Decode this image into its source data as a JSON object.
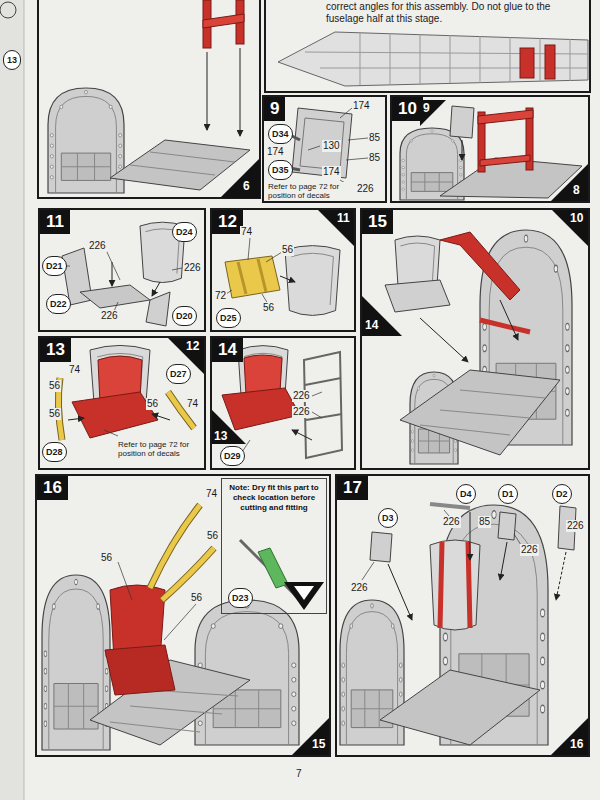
{
  "diagram": {
    "nodes": [
      {
        "text": [
          "9"
        ]
      },
      {
        "text": [
          "10"
        ]
      },
      {
        "text": [
          "11"
        ]
      },
      {
        "text": [
          "12"
        ]
      },
      {
        "text": [
          "15"
        ]
      },
      {
        "text": [
          "13"
        ]
      },
      {
        "text": [
          "14"
        ]
      },
      {
        "text": [
          "16"
        ]
      },
      {
        "text": [
          "Note: Dry fit this part to check location before cutting and fitting"
        ],
        "in": 7
      },
      {
        "text": [
          "17"
        ]
      }
    ],
    "labels": [
      "13",
      "6",
      "correct angles for this assembly. Do not glue to the fuselage half at this stage.",
      "174",
      "D34",
      "174",
      "130",
      "85",
      "D35",
      "85",
      "174",
      "226",
      "Refer to page 72 for position of decals",
      "9",
      "8",
      "D24",
      "226",
      "D21",
      "226",
      "D22",
      "226",
      "D20",
      "74",
      "56",
      "11",
      "72",
      "56",
      "D25",
      "10",
      "14",
      "12",
      "74",
      "56",
      "56",
      "D27",
      "56",
      "74",
      "D28",
      "Refer to page 72 for position of decals",
      "226",
      "226",
      "13",
      "D29",
      "74",
      "56",
      "56",
      "56",
      "15",
      "D23",
      "D4",
      "D1",
      "D2",
      "226",
      "85",
      "D3",
      "226",
      "226",
      "226",
      "16",
      "7"
    ]
  }
}
